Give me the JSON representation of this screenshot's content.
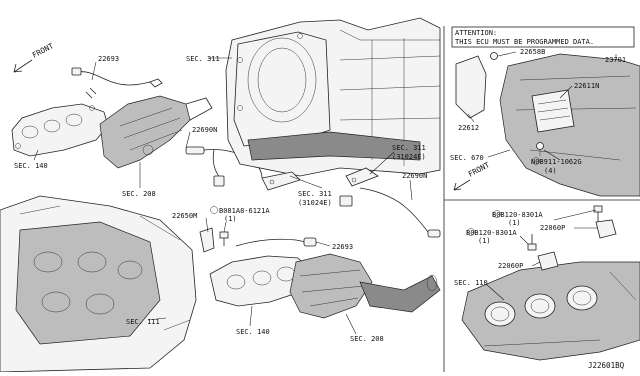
{
  "left_panel": {
    "front_label": "FRONT",
    "callouts": [
      {
        "text": "22693"
      },
      {
        "text": "SEC. 311"
      },
      {
        "text": "22690N"
      },
      {
        "text": "SEC. 140"
      },
      {
        "text": "SEC. 208"
      },
      {
        "text": "SEC. 311"
      },
      {
        "text": "(31024E)"
      },
      {
        "text": "SEC. 311"
      },
      {
        "text": "(31024E)"
      },
      {
        "text": "22690N"
      },
      {
        "text": "22650M"
      },
      {
        "text": "B081A8-6121A"
      },
      {
        "text": "(1)"
      },
      {
        "text": "22693"
      },
      {
        "text": "SEC. 111"
      },
      {
        "text": "SEC. 140"
      },
      {
        "text": "SEC. 208"
      }
    ]
  },
  "right_top_panel": {
    "attention_line1": "ATTENTION:",
    "attention_line2": "THIS ECU MUST BE PROGRAMMED DATA.",
    "front_label": "FRONT",
    "callouts": [
      {
        "text": "22658B"
      },
      {
        "text": "23701"
      },
      {
        "text": "22611N"
      },
      {
        "text": "22612"
      },
      {
        "text": "SEC. 670"
      },
      {
        "text": "N0B911-1062G"
      },
      {
        "text": "(4)"
      }
    ]
  },
  "right_bottom_panel": {
    "callouts": [
      {
        "text": "B0B120-8301A"
      },
      {
        "text": "(1)"
      },
      {
        "text": "22060P"
      },
      {
        "text": "B0B120-8301A"
      },
      {
        "text": "(1)"
      },
      {
        "text": "22060P"
      },
      {
        "text": "SEC. 110"
      }
    ]
  },
  "diagram_code": "J22601BQ"
}
